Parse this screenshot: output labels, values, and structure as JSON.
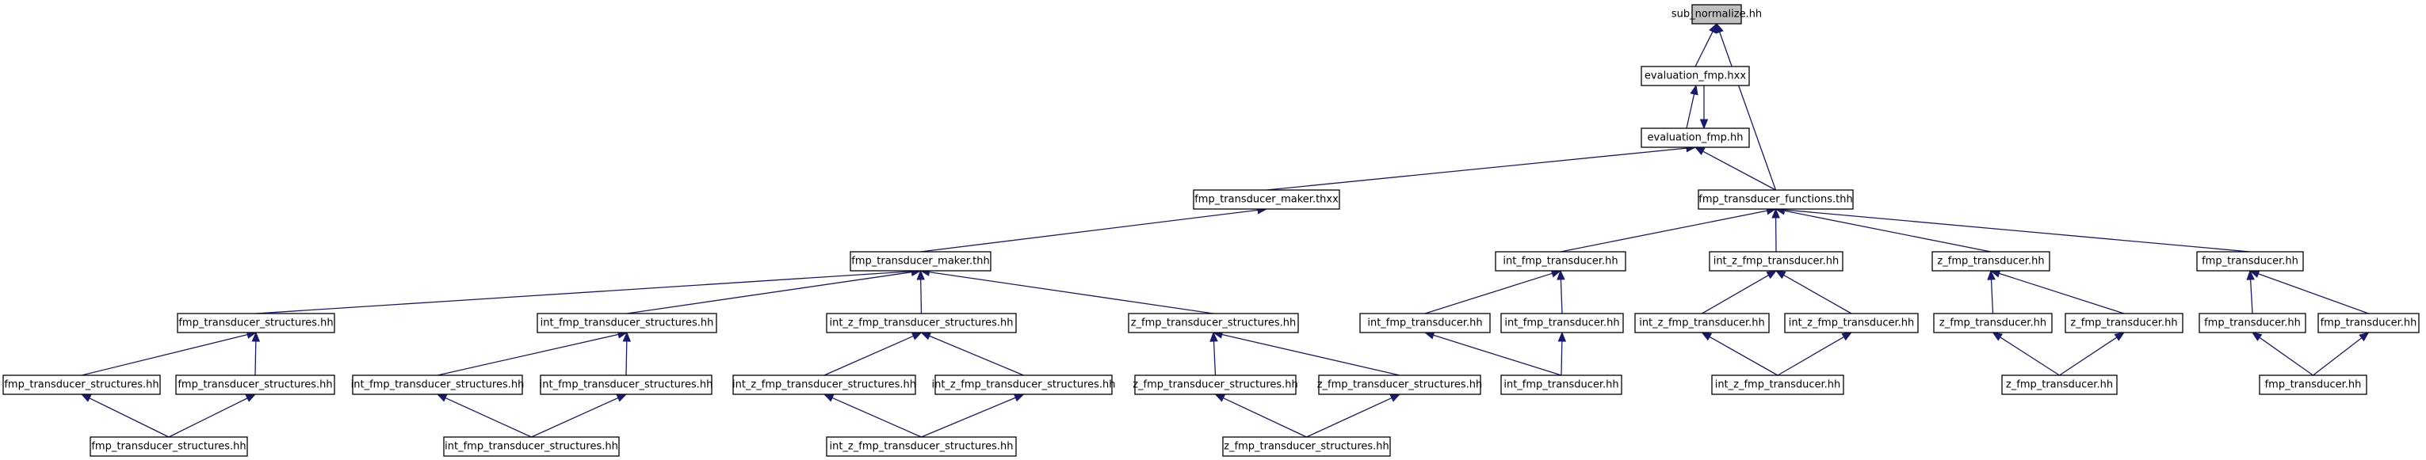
{
  "graph": {
    "nodes": [
      {
        "id": "n0",
        "label": "sub_normalize.hh",
        "root": true
      },
      {
        "id": "n1",
        "label": "evaluation_fmp.hxx"
      },
      {
        "id": "n2",
        "label": "evaluation_fmp.hh"
      },
      {
        "id": "n3",
        "label": "fmp_transducer_maker.thxx"
      },
      {
        "id": "n4",
        "label": "fmp_transducer_functions.thh"
      },
      {
        "id": "n5",
        "label": "fmp_transducer_maker.thh"
      },
      {
        "id": "n6",
        "label": "int_fmp_transducer.hh"
      },
      {
        "id": "n7",
        "label": "int_z_fmp_transducer.hh"
      },
      {
        "id": "n8",
        "label": "z_fmp_transducer.hh"
      },
      {
        "id": "n9",
        "label": "fmp_transducer.hh"
      },
      {
        "id": "n10",
        "label": "fmp_transducer_structures.hh"
      },
      {
        "id": "n11",
        "label": "int_fmp_transducer_structures.hh"
      },
      {
        "id": "n12",
        "label": "int_z_fmp_transducer_structures.hh"
      },
      {
        "id": "n13",
        "label": "z_fmp_transducer_structures.hh"
      },
      {
        "id": "n14",
        "label": "int_fmp_transducer.hh"
      },
      {
        "id": "n15",
        "label": "int_fmp_transducer.hh"
      },
      {
        "id": "n16",
        "label": "int_z_fmp_transducer.hh"
      },
      {
        "id": "n17",
        "label": "int_z_fmp_transducer.hh"
      },
      {
        "id": "n18",
        "label": "z_fmp_transducer.hh"
      },
      {
        "id": "n19",
        "label": "z_fmp_transducer.hh"
      },
      {
        "id": "n20",
        "label": "fmp_transducer.hh"
      },
      {
        "id": "n21",
        "label": "fmp_transducer.hh"
      },
      {
        "id": "n22",
        "label": "fmp_transducer_structures.hh"
      },
      {
        "id": "n23",
        "label": "fmp_transducer_structures.hh"
      },
      {
        "id": "n24",
        "label": "int_fmp_transducer_structures.hh"
      },
      {
        "id": "n25",
        "label": "int_fmp_transducer_structures.hh"
      },
      {
        "id": "n26",
        "label": "int_z_fmp_transducer_structures.hh"
      },
      {
        "id": "n27",
        "label": "int_z_fmp_transducer_structures.hh"
      },
      {
        "id": "n28",
        "label": "z_fmp_transducer_structures.hh"
      },
      {
        "id": "n29",
        "label": "z_fmp_transducer_structures.hh"
      },
      {
        "id": "n30",
        "label": "int_fmp_transducer.hh"
      },
      {
        "id": "n31",
        "label": "int_z_fmp_transducer.hh"
      },
      {
        "id": "n32",
        "label": "z_fmp_transducer.hh"
      },
      {
        "id": "n33",
        "label": "fmp_transducer.hh"
      },
      {
        "id": "n34",
        "label": "fmp_transducer_structures.hh"
      },
      {
        "id": "n35",
        "label": "int_fmp_transducer_structures.hh"
      },
      {
        "id": "n36",
        "label": "int_z_fmp_transducer_structures.hh"
      },
      {
        "id": "n37",
        "label": "z_fmp_transducer_structures.hh"
      }
    ],
    "edges": [
      [
        "n1",
        "n0"
      ],
      [
        "n4",
        "n0"
      ],
      [
        "n2",
        "n1"
      ],
      [
        "n1",
        "n2"
      ],
      [
        "n3",
        "n2"
      ],
      [
        "n4",
        "n2"
      ],
      [
        "n5",
        "n3"
      ],
      [
        "n6",
        "n4"
      ],
      [
        "n7",
        "n4"
      ],
      [
        "n8",
        "n4"
      ],
      [
        "n9",
        "n4"
      ],
      [
        "n10",
        "n5"
      ],
      [
        "n11",
        "n5"
      ],
      [
        "n12",
        "n5"
      ],
      [
        "n13",
        "n5"
      ],
      [
        "n14",
        "n6"
      ],
      [
        "n15",
        "n6"
      ],
      [
        "n16",
        "n7"
      ],
      [
        "n17",
        "n7"
      ],
      [
        "n18",
        "n8"
      ],
      [
        "n19",
        "n8"
      ],
      [
        "n20",
        "n9"
      ],
      [
        "n21",
        "n9"
      ],
      [
        "n22",
        "n10"
      ],
      [
        "n23",
        "n10"
      ],
      [
        "n24",
        "n11"
      ],
      [
        "n25",
        "n11"
      ],
      [
        "n26",
        "n12"
      ],
      [
        "n27",
        "n12"
      ],
      [
        "n28",
        "n13"
      ],
      [
        "n29",
        "n13"
      ],
      [
        "n30",
        "n14"
      ],
      [
        "n30",
        "n15"
      ],
      [
        "n31",
        "n16"
      ],
      [
        "n31",
        "n17"
      ],
      [
        "n32",
        "n18"
      ],
      [
        "n32",
        "n19"
      ],
      [
        "n33",
        "n20"
      ],
      [
        "n33",
        "n21"
      ],
      [
        "n34",
        "n22"
      ],
      [
        "n34",
        "n23"
      ],
      [
        "n35",
        "n24"
      ],
      [
        "n35",
        "n25"
      ],
      [
        "n36",
        "n26"
      ],
      [
        "n36",
        "n27"
      ],
      [
        "n37",
        "n28"
      ],
      [
        "n37",
        "n29"
      ]
    ],
    "colors": {
      "edge": "#191970",
      "root_fill": "#bfbfbf",
      "node_fill": "#ffffff",
      "border": "#000000"
    }
  }
}
